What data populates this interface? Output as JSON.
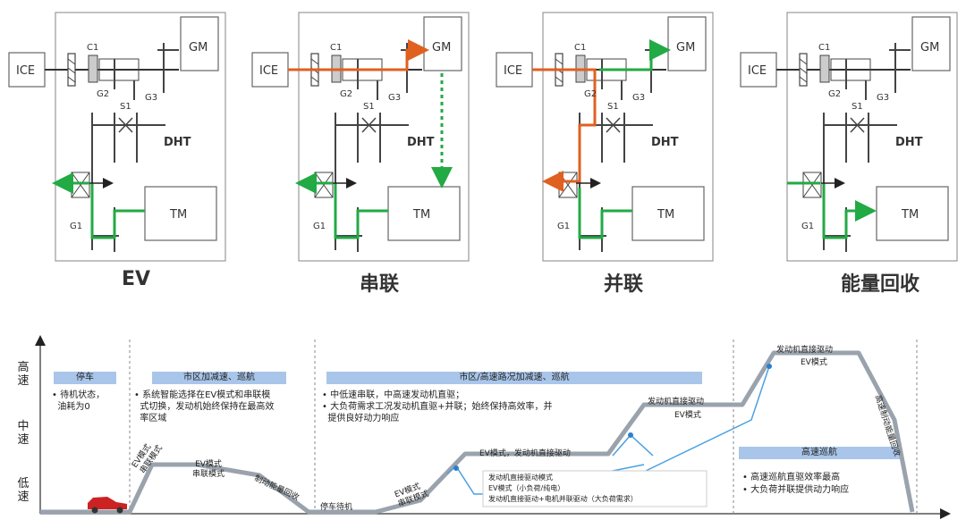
{
  "panels": [
    {
      "id": "ev",
      "title": "EV"
    },
    {
      "id": "series",
      "title": "串联"
    },
    {
      "id": "parallel",
      "title": "并联"
    },
    {
      "id": "regen",
      "title": "能量回收"
    }
  ],
  "labels": {
    "ice": "ICE",
    "gm": "GM",
    "tm": "TM",
    "dht": "DHT",
    "c1": "C1",
    "g1": "G1",
    "g2": "G2",
    "g3": "G3",
    "s1": "S1"
  },
  "chart": {
    "y_high": "高速",
    "y_mid": "中速",
    "y_low": "低速",
    "stages": [
      {
        "title": "停车",
        "bullets": [
          "待机状态，",
          "油耗为0"
        ]
      },
      {
        "title": "市区加减速、巡航",
        "bullets": [
          "系统智能选择在EV模式和串联模",
          "式切换，发动机始终保持在最高效",
          "率区域"
        ]
      },
      {
        "title": "市区/高速路况加减速、巡航",
        "bullets": [
          "中低速串联，中高速发动机直驱；",
          "大负荷需求工况发动机直驱+并联；始终保持高效率，并",
          "提供良好动力响应"
        ]
      },
      {
        "title": "高速巡航",
        "bullets": [
          "高速巡航直驱效率最高",
          "大负荷并联提供动力响应"
        ]
      }
    ],
    "annotations": {
      "a1": "EV模式\n串联模式",
      "a2": "EV模式\n串联模式",
      "a3": "制动能量回收",
      "a4": "停车待机",
      "a5": "EV模式\n串联模式",
      "a6": "EV模式，发动机直接驱动",
      "a7": "发动机直接驱动",
      "a8": "EV模式",
      "a9": "发动机直接驱动",
      "a10": "EV模式",
      "a11": "高速制动能量回收"
    },
    "legend": [
      "发动机直接驱动模式",
      "EV模式（小负荷/纯电）",
      "发动机直接驱动+电机并联驱动（大负荷需求）"
    ]
  },
  "colors": {
    "engine": "#e06020",
    "electric": "#22aa44",
    "blue": "#2a7fd0",
    "box": "#888888",
    "stage_bar": "#a9c6ea"
  }
}
